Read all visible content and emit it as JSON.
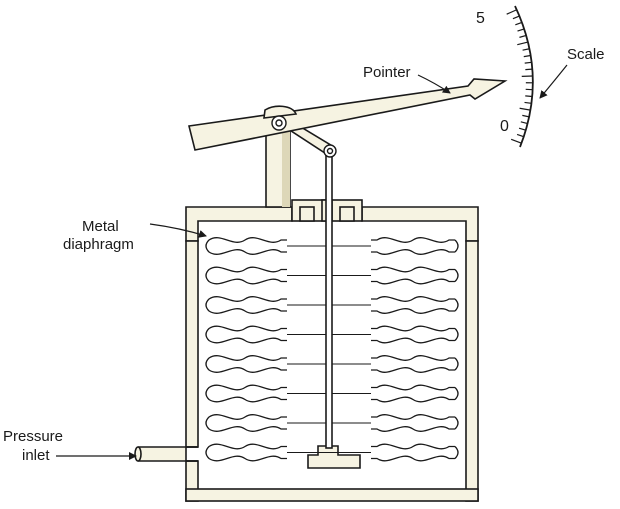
{
  "labels": {
    "pointer": "Pointer",
    "scale": "Scale",
    "scale_max": "5",
    "scale_min": "0",
    "diaphragm_line1": "Metal",
    "diaphragm_line2": "diaphragm",
    "inlet_line1": "Pressure",
    "inlet_line2": "inlet"
  },
  "colors": {
    "line": "#1a1a1a",
    "fill": "#f6f3e2",
    "background": "#ffffff"
  },
  "diaphragm": {
    "capsule_count": 8
  }
}
